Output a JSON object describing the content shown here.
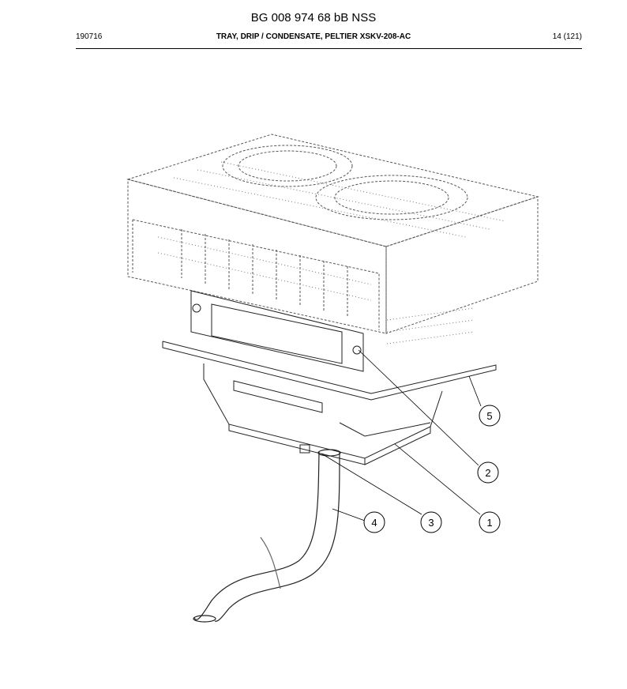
{
  "header": {
    "doc_number": "BG 008 974 68 bB NSS",
    "date_code": "190716",
    "part_title": "TRAY, DRIP / CONDENSATE, PELTIER XSKV-208-AC",
    "page": "14 (121)"
  },
  "callouts": [
    "5",
    "2",
    "4",
    "3",
    "1"
  ]
}
